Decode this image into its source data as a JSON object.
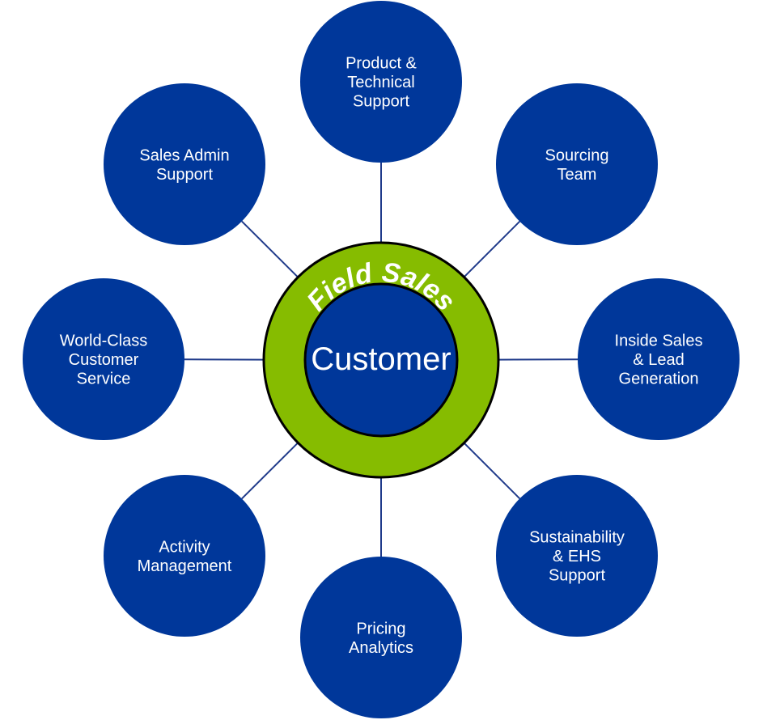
{
  "colors": {
    "node_fill": "#00379A",
    "ring_fill": "#86BC00",
    "outline": "#000000",
    "connector": "#1F3A8A",
    "text": "#FFFFFF"
  },
  "center": {
    "label": "Customer"
  },
  "ring": {
    "label": "Field Sales"
  },
  "nodes": [
    {
      "id": "product-technical-support",
      "lines": [
        "Product &",
        "Technical",
        "Support"
      ]
    },
    {
      "id": "sourcing-team",
      "lines": [
        "Sourcing",
        "Team"
      ]
    },
    {
      "id": "inside-sales-lead-generation",
      "lines": [
        "Inside Sales",
        "& Lead",
        "Generation"
      ]
    },
    {
      "id": "sustainability-ehs-support",
      "lines": [
        "Sustainability",
        "& EHS",
        "Support"
      ]
    },
    {
      "id": "pricing-analytics",
      "lines": [
        "Pricing",
        "Analytics"
      ]
    },
    {
      "id": "activity-management",
      "lines": [
        "Activity",
        "Management"
      ]
    },
    {
      "id": "world-class-customer-service",
      "lines": [
        "World-Class",
        "Customer",
        "Service"
      ]
    },
    {
      "id": "sales-admin-support",
      "lines": [
        "Sales Admin",
        "Support"
      ]
    }
  ]
}
